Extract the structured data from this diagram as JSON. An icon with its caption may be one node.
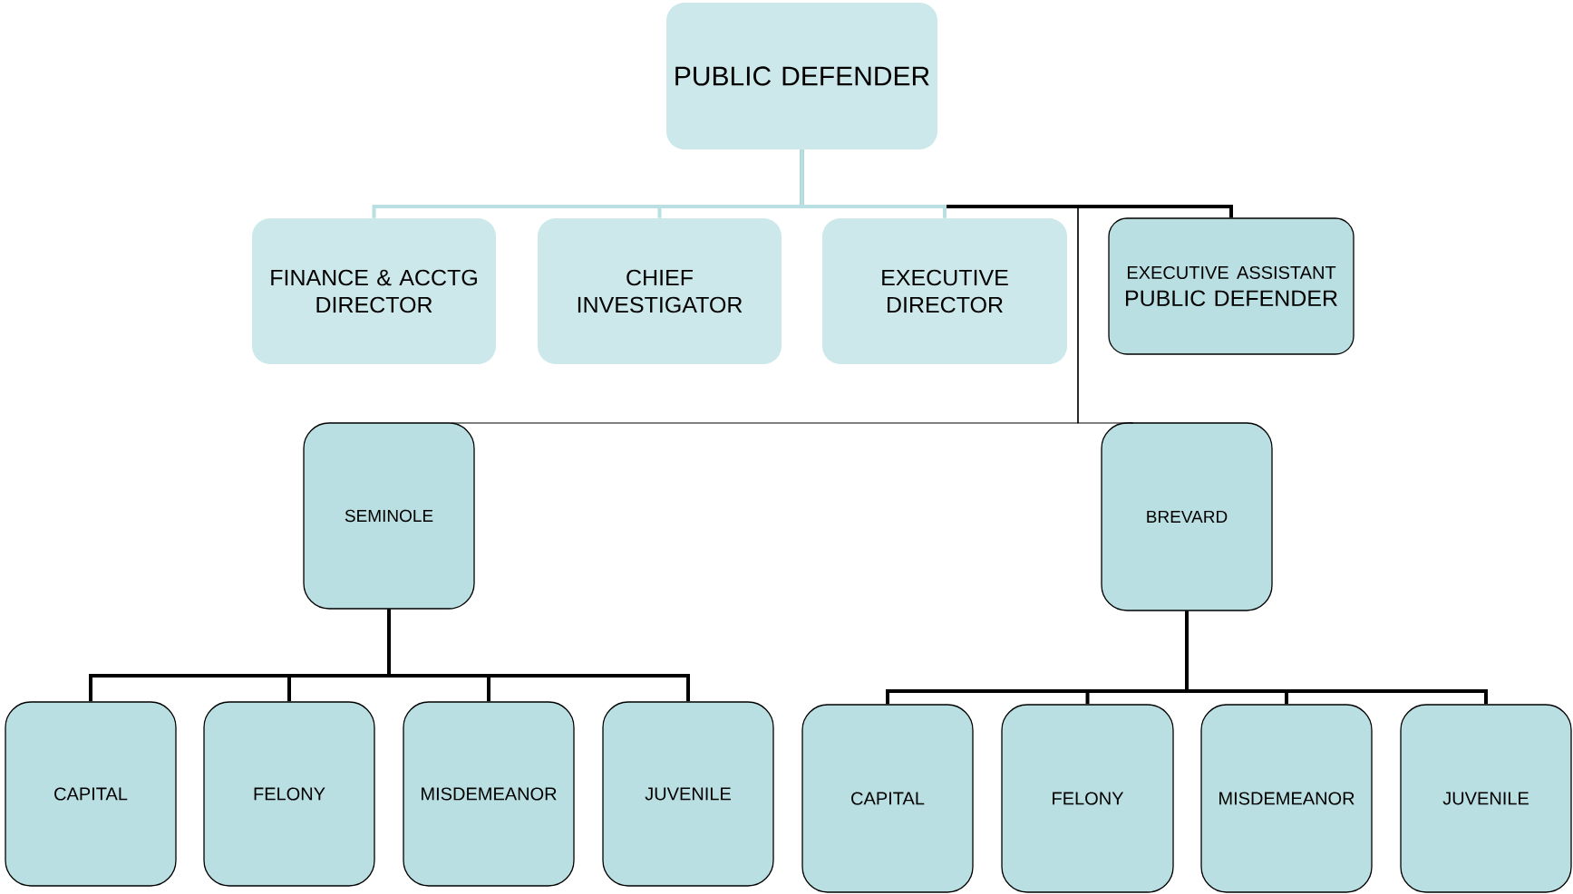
{
  "diagram": {
    "nodes": [
      {
        "text": [
          "PUBLIC DEFENDER"
        ]
      },
      {
        "text": [
          "FINANCE & ACCTG DIRECTOR"
        ]
      },
      {
        "text": [
          "CHIEF INVESTIGATOR"
        ]
      },
      {
        "text": [
          "EXECUTIVE DIRECTOR"
        ]
      },
      {
        "text": [
          "EXECUTIVE ASSISTANT",
          "PUBLIC DEFENDER"
        ]
      },
      {
        "text": [
          "SEMINOLE"
        ]
      },
      {
        "text": [
          "BREVARD"
        ]
      },
      {
        "text": [
          "CAPITAL"
        ]
      },
      {
        "text": [
          "FELONY"
        ]
      },
      {
        "text": [
          "MISDEMEANOR"
        ]
      },
      {
        "text": [
          "JUVENILE"
        ]
      },
      {
        "text": [
          "CAPITAL"
        ]
      },
      {
        "text": [
          "FELONY"
        ]
      },
      {
        "text": [
          "MISDEMEANOR"
        ]
      },
      {
        "text": [
          "JUVENILE"
        ]
      }
    ],
    "edges": [
      {
        "from": 0,
        "to": 4,
        "arrow": "none"
      },
      {
        "from": 0,
        "to": 5,
        "arrow": "none"
      },
      {
        "from": 0,
        "to": 6,
        "arrow": "none"
      },
      {
        "from": 0,
        "to": 1,
        "arrow": "none",
        "color": "#b9dfe2"
      },
      {
        "from": 0,
        "to": 2,
        "arrow": "none",
        "color": "#b9dfe2"
      },
      {
        "from": 0,
        "to": 3,
        "arrow": "none",
        "color": "#b9dfe2"
      },
      {
        "from": 5,
        "to": 7,
        "arrow": "none"
      },
      {
        "from": 5,
        "to": 8,
        "arrow": "none"
      },
      {
        "from": 5,
        "to": 9,
        "arrow": "none"
      },
      {
        "from": 5,
        "to": 10,
        "arrow": "none"
      },
      {
        "from": 6,
        "to": 11,
        "arrow": "none"
      },
      {
        "from": 6,
        "to": 12,
        "arrow": "none"
      },
      {
        "from": 6,
        "to": 13,
        "arrow": "none"
      },
      {
        "from": 6,
        "to": 14,
        "arrow": "none"
      }
    ]
  }
}
